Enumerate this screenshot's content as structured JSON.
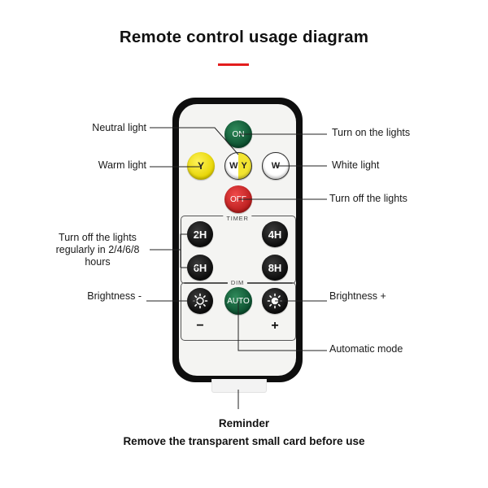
{
  "title": "Remote control usage diagram",
  "colors": {
    "accent_red": "#e31d1d",
    "button_green": "#0c4f2f",
    "button_red": "#d42828",
    "button_yellow": "#f3e531",
    "button_black": "#111111"
  },
  "labels": {
    "neutral_light": "Neutral light",
    "warm_light": "Warm light",
    "turn_on": "Turn on the lights",
    "white_light": "White light",
    "turn_off": "Turn off the lights",
    "timer_off": "Turn off the lights regularly in 2/4/6/8 hours",
    "brightness_minus": "Brightness -",
    "brightness_plus": "Brightness +",
    "automatic_mode": "Automatic mode"
  },
  "remote": {
    "buttons": {
      "on": "ON",
      "warm": "Y",
      "neutral_w": "W",
      "neutral_y": "Y",
      "white": "W",
      "off": "OFF",
      "timer_2h": "2H",
      "timer_4h": "4H",
      "timer_6h": "6H",
      "timer_8h": "8H",
      "auto": "AUTO"
    },
    "timer_group_label": "TIMER",
    "dim_group_label": "DIM",
    "minus_sign": "−",
    "plus_sign": "+",
    "icons": [
      "sun-outline-icon",
      "sun-filled-icon"
    ]
  },
  "reminder": {
    "title": "Reminder",
    "text": "Remove the transparent small card before use"
  }
}
